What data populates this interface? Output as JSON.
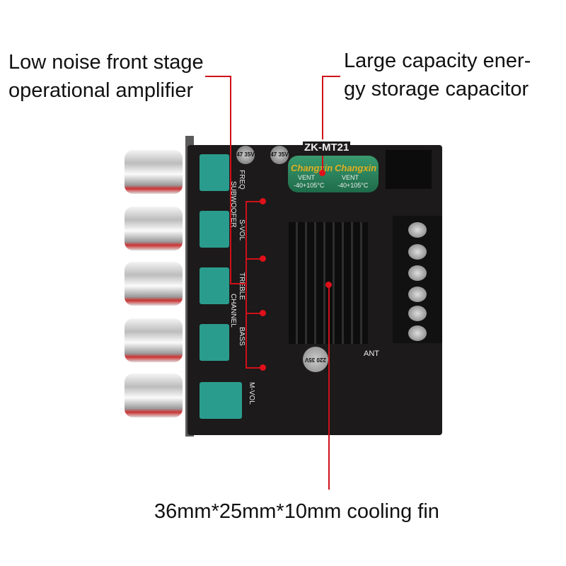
{
  "callouts": {
    "op_amp": [
      "Low noise front stage",
      "operational amplifier"
    ],
    "capacitor": [
      "Large capacity ener-",
      "gy storage capacitor"
    ],
    "cooling_fin": "36mm*25mm*10mm cooling fin"
  },
  "board": {
    "model": "ZK-MT21",
    "silkscreen": [
      "FREQ",
      "SUBWOOFER",
      "S-VOL",
      "TREBLE",
      "CHANNEL",
      "BASS",
      "M-VOL",
      "ANT"
    ],
    "capacitor_brand": "Changxin",
    "capacitor_marking": [
      "VENT",
      "-40+105°C"
    ],
    "small_capacitor": "47 35V",
    "bottom_capacitor": "220 35V"
  },
  "colors": {
    "accent": "#d0101a"
  }
}
